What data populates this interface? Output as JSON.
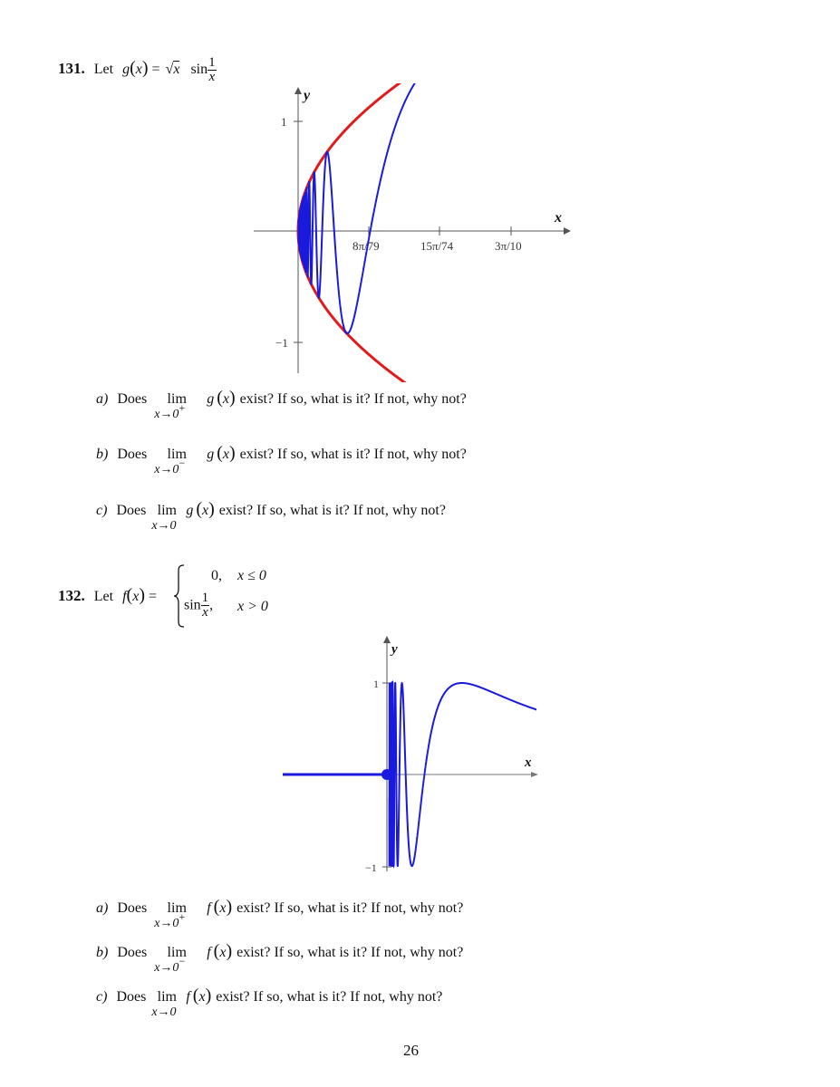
{
  "problem131": {
    "number": "131.",
    "let": "Let",
    "fn_name": "g",
    "var": "x",
    "eq": "=",
    "sqrt_sign": "√",
    "sin": "sin",
    "frac_num": "1",
    "frac_den": "x",
    "graph": {
      "y_axis_label": "y",
      "x_axis_label": "x",
      "y_tick_pos": "1",
      "y_tick_neg": "−1",
      "x_ticks": [
        "8π/79",
        "15π/74",
        "3π/10"
      ],
      "curve_color": "#1a1adf",
      "envelope_color": "#e01b1b"
    },
    "questions": [
      {
        "label": "a)",
        "does": "Does",
        "lim": "lim",
        "sub": "x→0",
        "sup": "+",
        "fn": "g",
        "var": "x",
        "rest": "exist? If so, what is it? If not, why not?"
      },
      {
        "label": "b)",
        "does": "Does",
        "lim": "lim",
        "sub": "x→0",
        "sup": "−",
        "fn": "g",
        "var": "x",
        "rest": "exist? If so, what is it? If not, why not?"
      },
      {
        "label": "c)",
        "does": "Does",
        "lim": "lim",
        "sub": "x→0",
        "sup": "",
        "fn": "g",
        "var": "x",
        "rest": "exist? If so, what is it? If not, why not?"
      }
    ]
  },
  "problem132": {
    "number": "132.",
    "let": "Let",
    "fn_name": "f",
    "var": "x",
    "eq": "=",
    "case1_value": "0,",
    "case1_cond": "x ≤ 0",
    "case2_sin": "sin",
    "case2_num": "1",
    "case2_den": "x",
    "case2_comma": ",",
    "case2_cond": "x > 0",
    "graph": {
      "y_axis_label": "y",
      "x_axis_label": "x",
      "y_tick_pos": "1",
      "y_tick_neg": "−1",
      "curve_color": "#1a1adf"
    },
    "questions": [
      {
        "label": "a)",
        "does": "Does",
        "lim": "lim",
        "sub": "x→0",
        "sup": "+",
        "fn": "f",
        "var": "x",
        "rest": "exist? If so, what is it? If not, why not?"
      },
      {
        "label": "b)",
        "does": "Does",
        "lim": "lim",
        "sub": "x→0",
        "sup": "−",
        "fn": "f",
        "var": "x",
        "rest": "exist? If so, what is it? If not, why not?"
      },
      {
        "label": "c)",
        "does": "Does",
        "lim": "lim",
        "sub": "x→0",
        "sup": "",
        "fn": "f",
        "var": "x",
        "rest": "exist? If so, what is it? If not, why not?"
      }
    ]
  },
  "page_number": "26"
}
